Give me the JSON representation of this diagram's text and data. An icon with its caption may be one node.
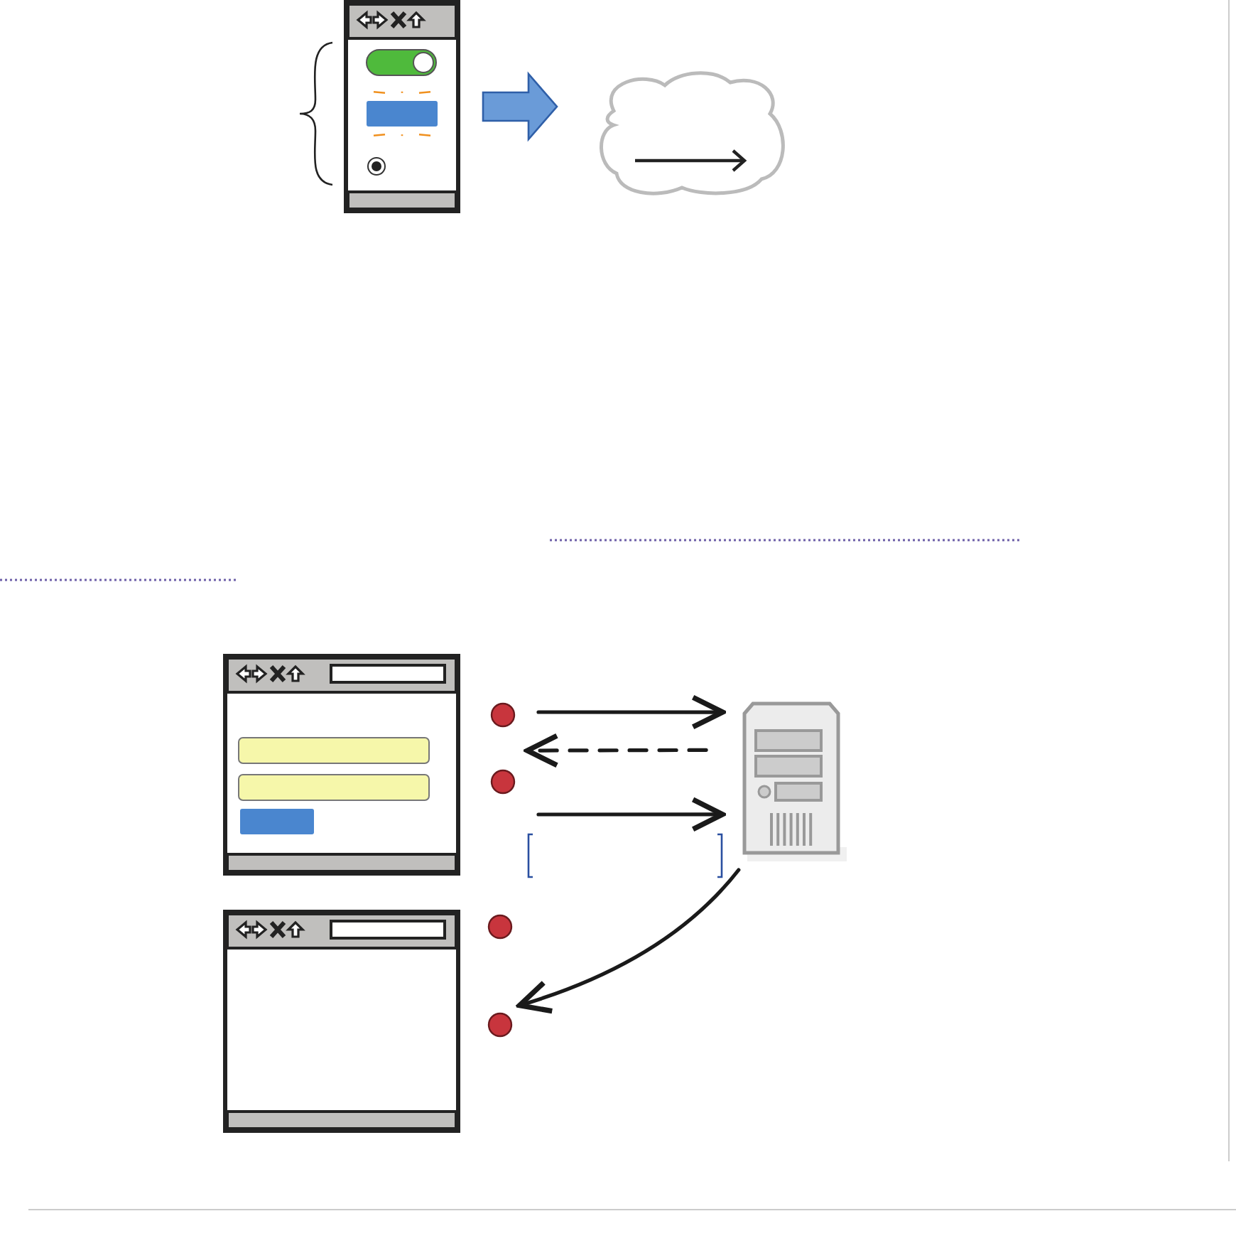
{
  "diagram": {
    "nodes": [
      {
        "text": [],
        "shape": "box"
      },
      {
        "text": [],
        "shape": "cloud"
      },
      {
        "text": [],
        "shape": "box"
      },
      {
        "text": [],
        "shape": "circle"
      },
      {
        "text": [],
        "shape": "circle"
      },
      {
        "text": [],
        "shape": "picture"
      },
      {
        "text": [],
        "shape": "circle"
      },
      {
        "text": [],
        "shape": "box"
      },
      {
        "text": [],
        "shape": "circle"
      }
    ],
    "edges": [
      {
        "from": 0,
        "to": 1,
        "arrow": "to",
        "style": "thick",
        "color": "#6a9bd8"
      },
      {
        "from": null,
        "to": 5,
        "arrow": "to"
      },
      {
        "from": 5,
        "to": 4,
        "arrow": "to",
        "style": "dashed"
      },
      {
        "from": null,
        "to": 5,
        "arrow": "to"
      },
      {
        "from": 5,
        "to": 8,
        "arrow": "to"
      }
    ]
  }
}
